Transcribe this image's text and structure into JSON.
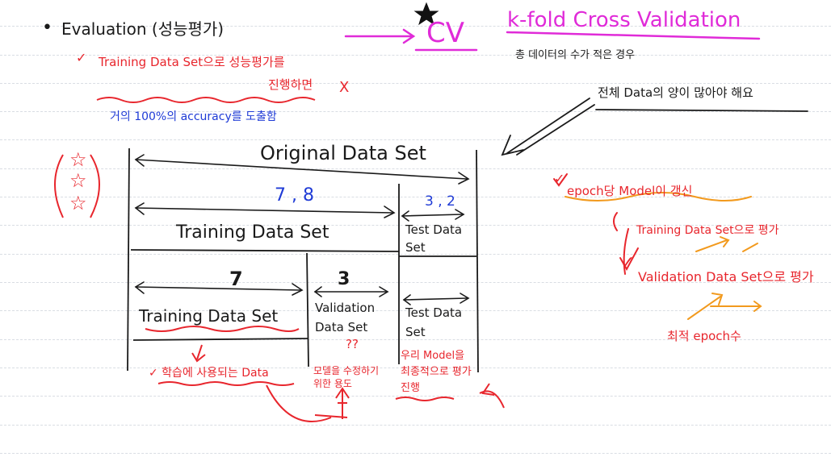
{
  "colors": {
    "ink": "#1a1a1a",
    "red": "#e8262d",
    "blue": "#1f3bd6",
    "magenta": "#e02bd8",
    "orange": "#f29a1e"
  },
  "header": {
    "bullet": "•",
    "title": "Evaluation (성능평가)",
    "cv": "CV",
    "kfold": "k-fold Cross Validation",
    "kfold_sub": "총 데이터의 수가 적은 경우",
    "enough_data": "전체 Data의 양이 많아야 해요"
  },
  "note1": {
    "check": "✓",
    "line1": "Training Data Set으로 성능평가를",
    "line2": "진행하면",
    "x_mark": "X",
    "blue_line": "거의 100%의 accuracy를 도출함"
  },
  "stars": [
    "☆",
    "☆",
    "☆"
  ],
  "diagram": {
    "original": "Original Data Set",
    "split1_ratio": "7 , 8",
    "split1_training": "Training Data Set",
    "split1_test_ratio": "3 , 2",
    "split1_test": "Test Data Set",
    "split2_ratio_train": "7",
    "split2_ratio_val": "3",
    "split2_training": "Training Data Set",
    "split2_val": "Validation Data Set",
    "split2_test": "Test Data Set",
    "qq": "??",
    "note_train": "✓ 학습에 사용되는 Data",
    "note_val": "모델을 수정하기 위한 용도",
    "note_test": "우리 Model을 최종적으로 평가진행",
    "ck": "✓"
  },
  "right": {
    "epoch_line": "epoch당 Model이 갱신",
    "epoch_check": "✓",
    "train_eval": "Training Data Set으로 평가",
    "val_eval": "Validation Data Set으로 평가",
    "best_epoch": "최적 epoch수",
    "ck": "✓"
  }
}
